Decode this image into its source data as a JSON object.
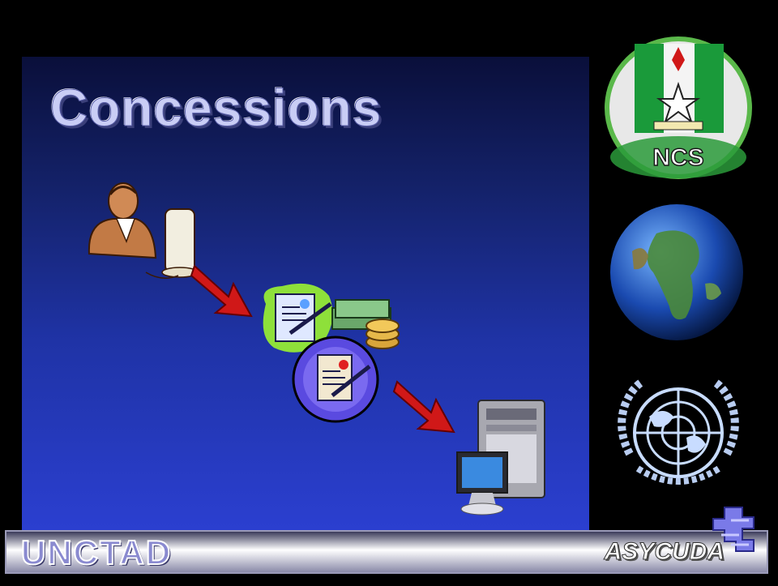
{
  "slide": {
    "title": "Concessions",
    "footer_left": "UNCTAD",
    "footer_right": "ASYCUDA",
    "ncs_logo_text": "NCS"
  },
  "colors": {
    "background": "#000000",
    "panel_gradient_top": "#0a0f3a",
    "panel_gradient_bottom": "#2b3fd0",
    "arrow": "#d01818",
    "title_text": "#c9cdf5"
  },
  "icons": [
    "person-at-computer-icon",
    "red-arrow-icon",
    "signed-document-icon",
    "money-coins-icon",
    "approved-certificate-icon",
    "server-computer-icon",
    "ncs-logo",
    "globe-icon",
    "un-emblem-icon",
    "asycuda-logo"
  ]
}
